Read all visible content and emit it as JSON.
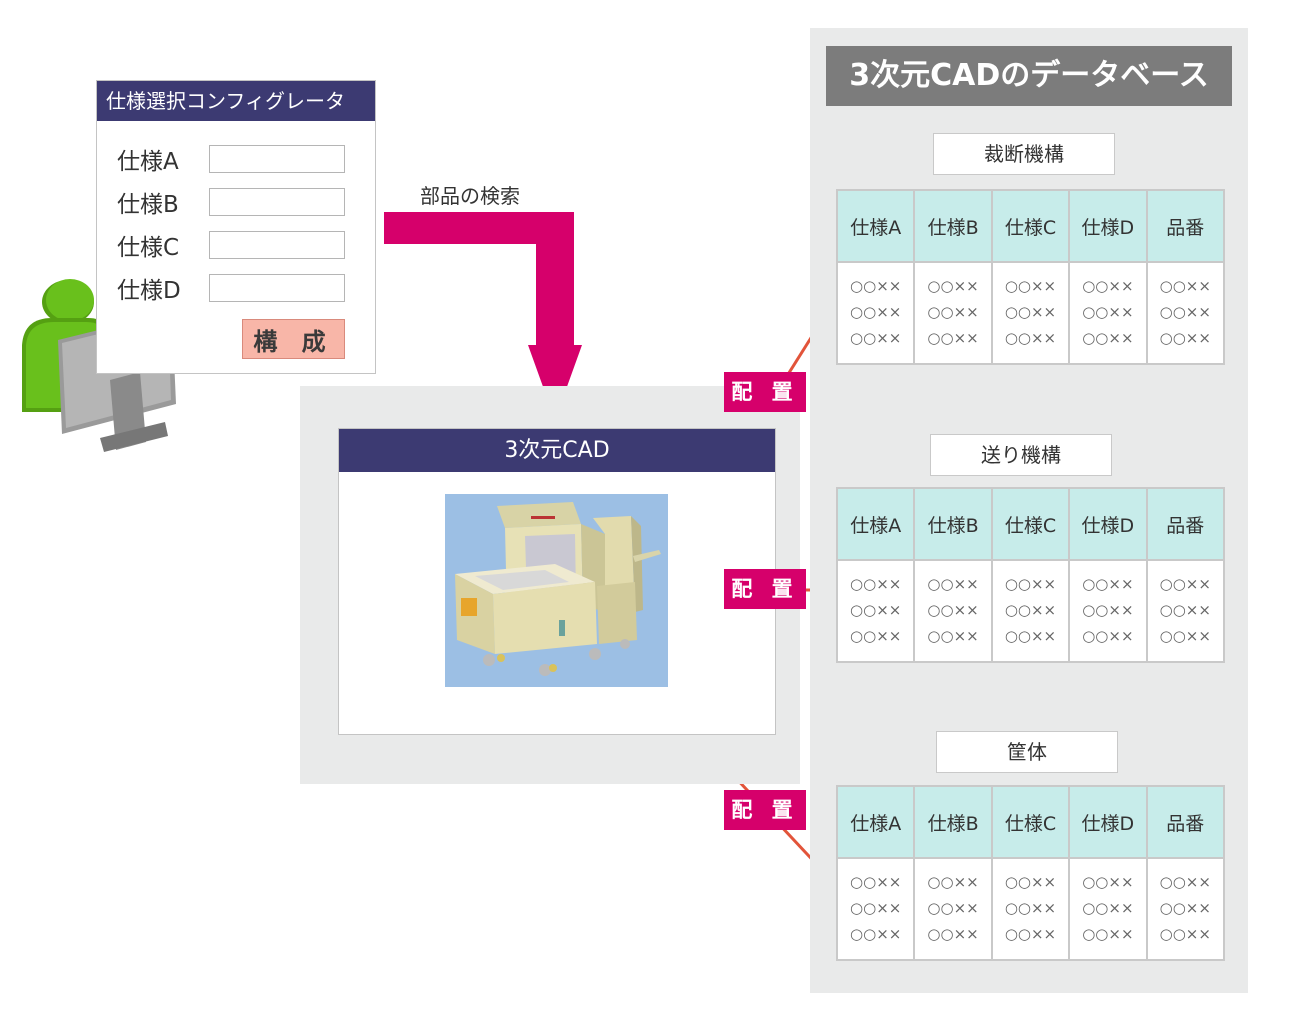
{
  "configurator": {
    "title": "仕様選択コンフィグレータ",
    "spec_labels": [
      "仕様A",
      "仕様B",
      "仕様C",
      "仕様D"
    ],
    "compose_label": "構 成"
  },
  "search_label": "部品の検索",
  "cad": {
    "title": "3次元CAD"
  },
  "database": {
    "title": "3次元CADのデータベース",
    "mechanisms": [
      {
        "label": "裁断機構"
      },
      {
        "label": "送り機構"
      },
      {
        "label": "筐体"
      }
    ],
    "columns": [
      "仕様A",
      "仕様B",
      "仕様C",
      "仕様D",
      "品番"
    ],
    "cell_value": "○○××"
  },
  "place_label": "配 置",
  "colors": {
    "titlebar": "#3c3a72",
    "search_arrow": "#d6006b",
    "place_badge": "#d6006b",
    "place_arrow": "#e2543a",
    "user": "#69c01c",
    "header_cell": "#c7ecea",
    "panel": "#e9eaea"
  },
  "icons": [
    "user-icon",
    "monitor-icon",
    "cad-machine-image"
  ]
}
